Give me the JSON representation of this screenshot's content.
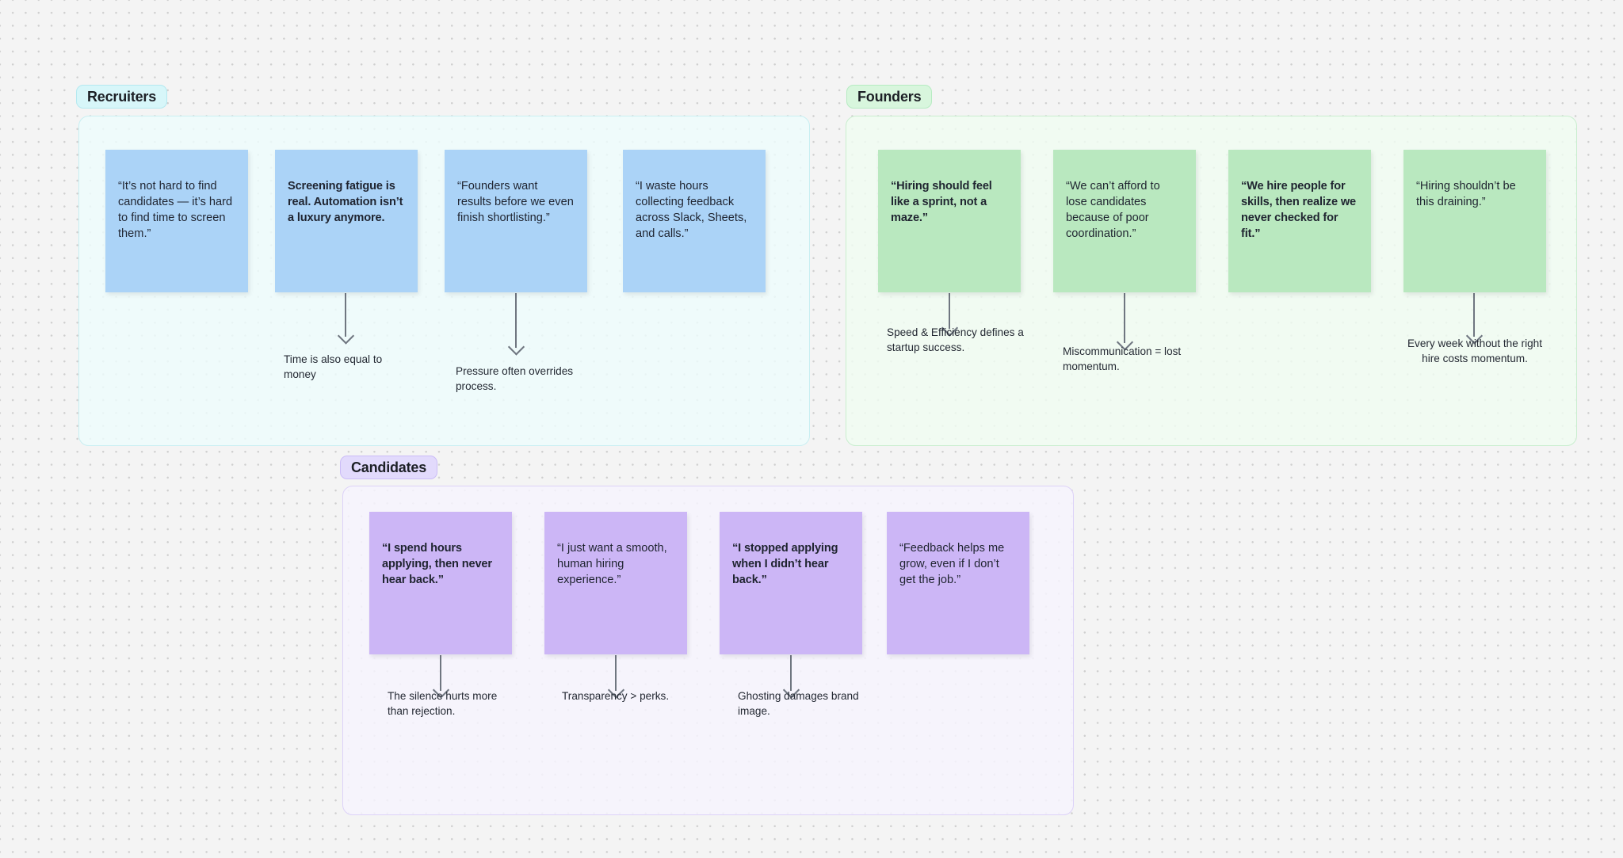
{
  "board": {
    "background_color": "#f4f4f4",
    "dot_color": "#cfcfcf"
  },
  "sections": [
    {
      "id": "recruiters",
      "label": "Recruiters",
      "chip_color": "#d7f6f9",
      "panel_color": "#eefdfd",
      "note_color": "#abd3f7",
      "notes": [
        {
          "text": "“It’s not hard to find candidates — it’s hard to find time to screen them.”",
          "bold": false,
          "caption": null
        },
        {
          "text": "Screening fatigue is real. Automation isn’t a luxury anymore.",
          "bold": true,
          "caption": "Time is also equal to money"
        },
        {
          "text": "“Founders want results before we even finish shortlisting.”",
          "bold": false,
          "caption": "Pressure often overrides process."
        },
        {
          "text": "“I waste hours collecting feedback across Slack, Sheets, and calls.”",
          "bold": false,
          "caption": null
        }
      ]
    },
    {
      "id": "founders",
      "label": "Founders",
      "chip_color": "#d8f6dd",
      "panel_color": "#f0fdf1",
      "note_color": "#b9e8bf",
      "notes": [
        {
          "text": "“Hiring should feel like a sprint, not a maze.”",
          "bold": true,
          "caption": "Speed & Efficiency defines a startup success."
        },
        {
          "text": "“We can’t afford to lose candidates because of poor coordination.”",
          "bold": false,
          "caption": "Miscommunication = lost momentum."
        },
        {
          "text": "“We hire people for skills, then realize we never checked for fit.”",
          "bold": true,
          "caption": null
        },
        {
          "text": "“Hiring shouldn’t be this draining.”",
          "bold": false,
          "caption": "Every week without the right hire costs momentum."
        }
      ]
    },
    {
      "id": "candidates",
      "label": "Candidates",
      "chip_color": "#e2dafc",
      "panel_color": "#f7f4fe",
      "note_color": "#ccb6f6",
      "notes": [
        {
          "text": "“I spend hours applying, then never hear back.”",
          "bold": true,
          "caption": "The silence hurts more than rejection."
        },
        {
          "text": "“I just want a smooth, human hiring experience.”",
          "bold": false,
          "caption": "Transparency > perks."
        },
        {
          "text": "“I stopped applying when I didn’t hear back.”",
          "bold": true,
          "caption": "Ghosting damages brand image."
        },
        {
          "text": "“Feedback helps me grow, even if I don’t get the job.”",
          "bold": false,
          "caption": null
        }
      ]
    }
  ]
}
